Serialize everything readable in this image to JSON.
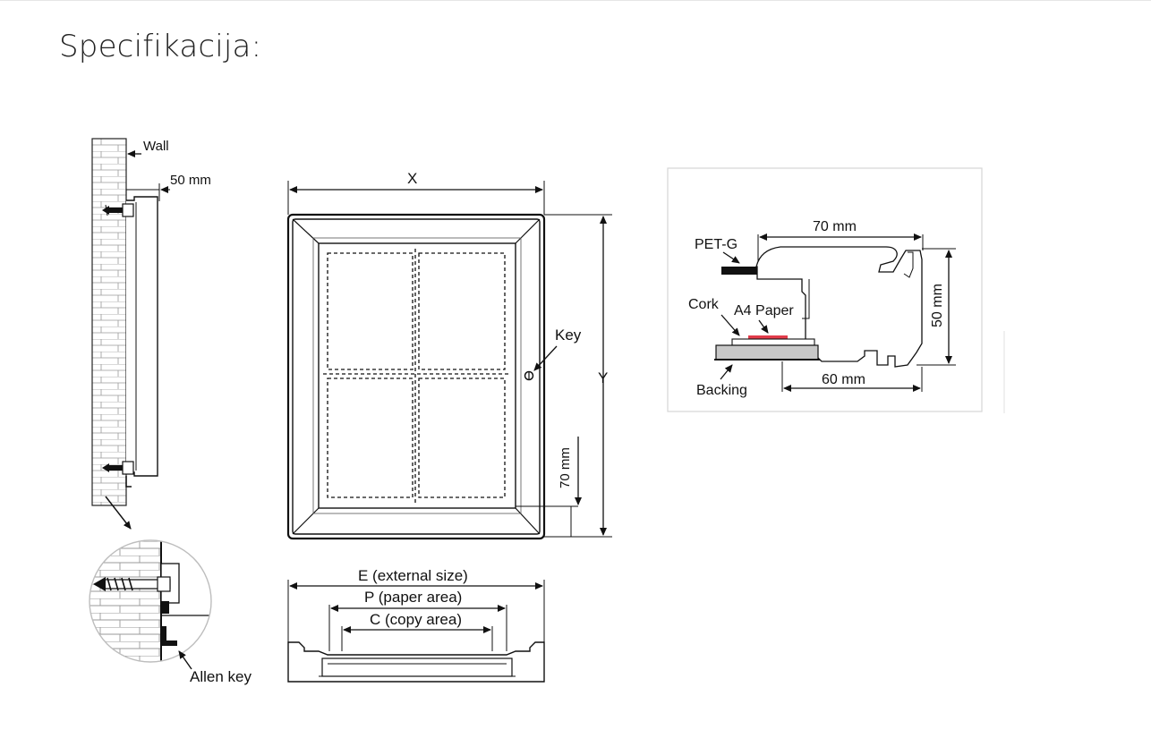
{
  "page": {
    "title": "Specifikacija:"
  },
  "side_view": {
    "wall_label": "Wall",
    "depth_label": "50 mm"
  },
  "front_view": {
    "width_label": "X",
    "height_label": "Y",
    "key_label": "Key",
    "bottom_label": "70 mm"
  },
  "detail_view": {
    "allen_key_label": "Allen key"
  },
  "top_view": {
    "external_label": "E (external size)",
    "paper_label": "P (paper area)",
    "copy_label": "C (copy area)"
  },
  "profile_view": {
    "petg_label": "PET-G",
    "top_width_label": "70 mm",
    "cork_label": "Cork",
    "paper_label": "A4 Paper",
    "height_label": "50 mm",
    "backing_label": "Backing",
    "bottom_width_label": "60 mm",
    "paper_color": "#e23b4a"
  }
}
